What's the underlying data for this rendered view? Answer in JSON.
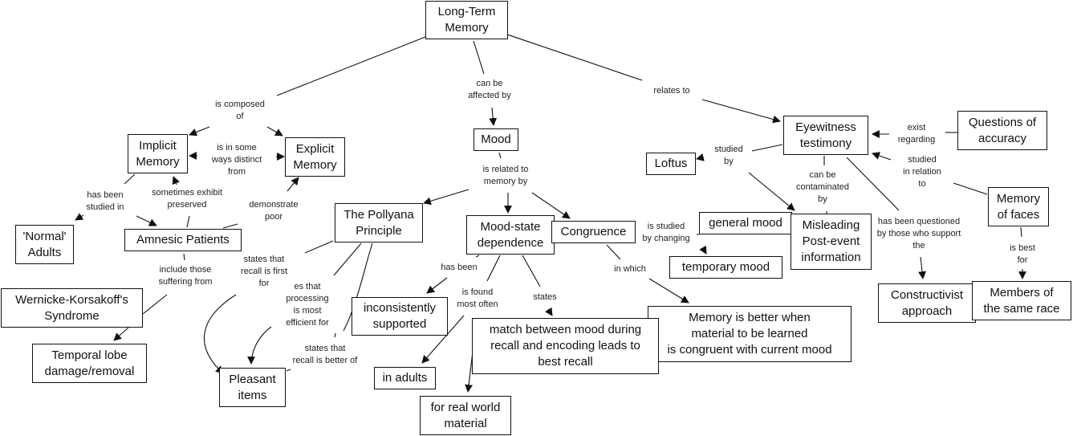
{
  "nodes": {
    "ltm": "Long-Term\nMemory",
    "implicit": "Implicit\nMemory",
    "explicit": "Explicit\nMemory",
    "normal": "'Normal'\nAdults",
    "amnesic": "Amnesic Patients",
    "wks": "Wernicke-Korsakoff's\nSyndrome",
    "temporal": "Temporal lobe\ndamage/removal",
    "mood": "Mood",
    "pollyana": "The Pollyana\nPrinciple",
    "pleasant": "Pleasant\nitems",
    "moodstate": "Mood-state\ndependence",
    "congruence": "Congruence",
    "inconsistent": "inconsistently\nsupported",
    "adults": "in adults",
    "realworld": "for real world\nmaterial",
    "match": "match between mood during\nrecall and encoding leads to\nbest recall",
    "memorybetter": "Memory is better when\nmaterial to be learned\nis congruent with current mood",
    "generalmood": "general mood",
    "temporarymood": "temporary mood",
    "eyewitness": "Eyewitness\ntestimony",
    "loftus": "Loftus",
    "misleading": "Misleading\nPost-event\ninformation",
    "questions": "Questions of\naccuracy",
    "faces": "Memory\nof faces",
    "constructivist": "Constructivist\napproach",
    "members": "Members of\nthe same race"
  },
  "links": {
    "composed": "is composed\nof",
    "distinct": "is in some\nways distinct\nfrom",
    "studied_in": "has been\nstudied in",
    "exhibit": "sometimes exhibit\npreserved",
    "demonstrate": "demonstrate\npoor",
    "include": "include those\nsuffering from",
    "affected": "can be\naffected by",
    "related": "is related to\nmemory by",
    "first_for": "states that\nrecall is first\nfor",
    "processing": "es that\nprocessing\nis most\nefficient for",
    "better_of": "states that\nrecall is better of",
    "has_been": "has been",
    "found": "is found\nmost often",
    "states": "states",
    "in_which": "in which",
    "studied_changing": "is studied\nby changing",
    "relates": "relates to",
    "studied_by": "studied\nby",
    "contaminated": "can be\ncontaminated\nby",
    "questioned": "has been questioned\nby those who support\nthe",
    "exist": "exist\nregarding",
    "relation": "studied\nin relation\nto",
    "best_for": "is best\nfor"
  }
}
